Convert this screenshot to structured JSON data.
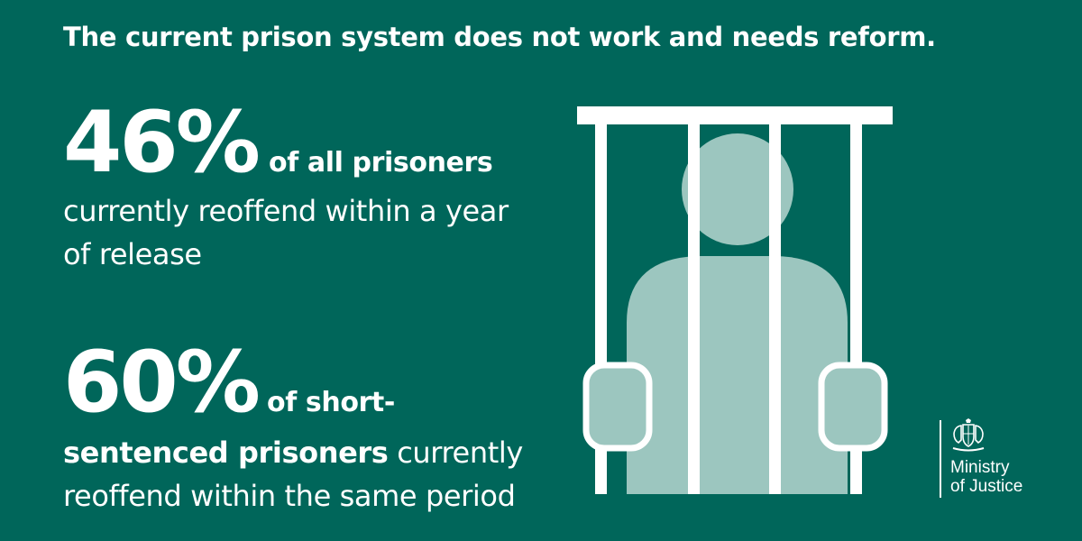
{
  "headline": "The current prison system does not work and needs reform.",
  "stats": [
    {
      "figure": "46%",
      "lead": "of all prisoners",
      "line_2": "currently reoffend within a year",
      "line_3": "of release"
    },
    {
      "figure": "60%",
      "lead": "of short-",
      "line_2_bold": "sentenced prisoners",
      "line_2_rest": " currently",
      "line_3": "reoffend within the same period"
    }
  ],
  "illustration": {
    "icon": "prisoner-behind-bars-icon",
    "bar_color": "#ffffff",
    "figure_color": "#9cc6bf"
  },
  "logo": {
    "icon": "royal-coat-of-arms-icon",
    "name_line_1": "Ministry",
    "name_line_2": "of Justice"
  },
  "colors": {
    "background": "#00665a",
    "text": "#ffffff"
  }
}
